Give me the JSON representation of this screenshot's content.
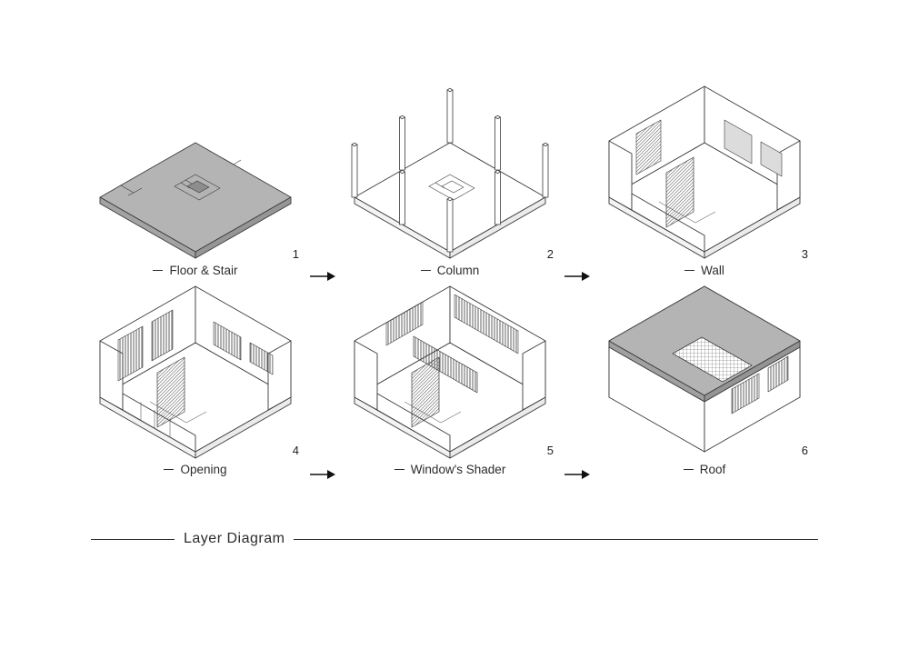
{
  "title": "Layer Diagram",
  "steps": [
    {
      "number": "1",
      "label": "Floor & Stair"
    },
    {
      "number": "2",
      "label": "Column"
    },
    {
      "number": "3",
      "label": "Wall"
    },
    {
      "number": "4",
      "label": "Opening"
    },
    {
      "number": "5",
      "label": "Window's Shader"
    },
    {
      "number": "6",
      "label": "Roof"
    }
  ],
  "colors": {
    "line": "#3a3a3a",
    "slab_gray": "#b4b4b4",
    "slab_side_gray": "#9a9a9a",
    "panel_gray": "#dcdcdc",
    "background": "#ffffff"
  }
}
